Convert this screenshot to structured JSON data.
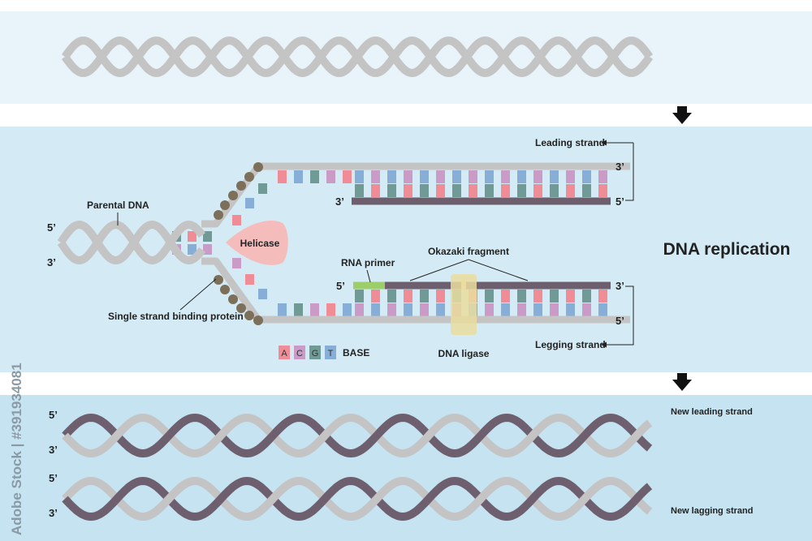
{
  "title": "DNA replication",
  "labels": {
    "parental_dna": "Parental DNA",
    "helicase": "Helicase",
    "ssb": "Single strand binding protein",
    "leading_strand": "Leading strand",
    "legging_strand": "Legging strand",
    "rna_primer": "RNA primer",
    "okazaki": "Okazaki fragment",
    "dna_ligase": "DNA ligase",
    "new_leading": "New leading strand",
    "new_lagging": "New lagging strand",
    "five_prime": "5’",
    "three_prime": "3’"
  },
  "legend": {
    "bases": [
      {
        "letter": "A",
        "color": "#f08c96"
      },
      {
        "letter": "C",
        "color": "#c99bc6"
      },
      {
        "letter": "G",
        "color": "#6f9a96"
      },
      {
        "letter": "T",
        "color": "#86aed6"
      }
    ],
    "caption": "BASE"
  },
  "watermark": "Adobe Stock | #391934081",
  "colors": {
    "parental_strand": "#c4c4c4",
    "new_strand": "#6e5f6e",
    "primer": "#9ccf6a",
    "helicase": "#f5bcbc",
    "ssb": "#7d705a",
    "ligase": "#eadd9e",
    "band_light": "#e8f4fa",
    "band_mid": "#d4ebf5",
    "band_dark": "#c6e3f1",
    "arrow": "#111111"
  }
}
